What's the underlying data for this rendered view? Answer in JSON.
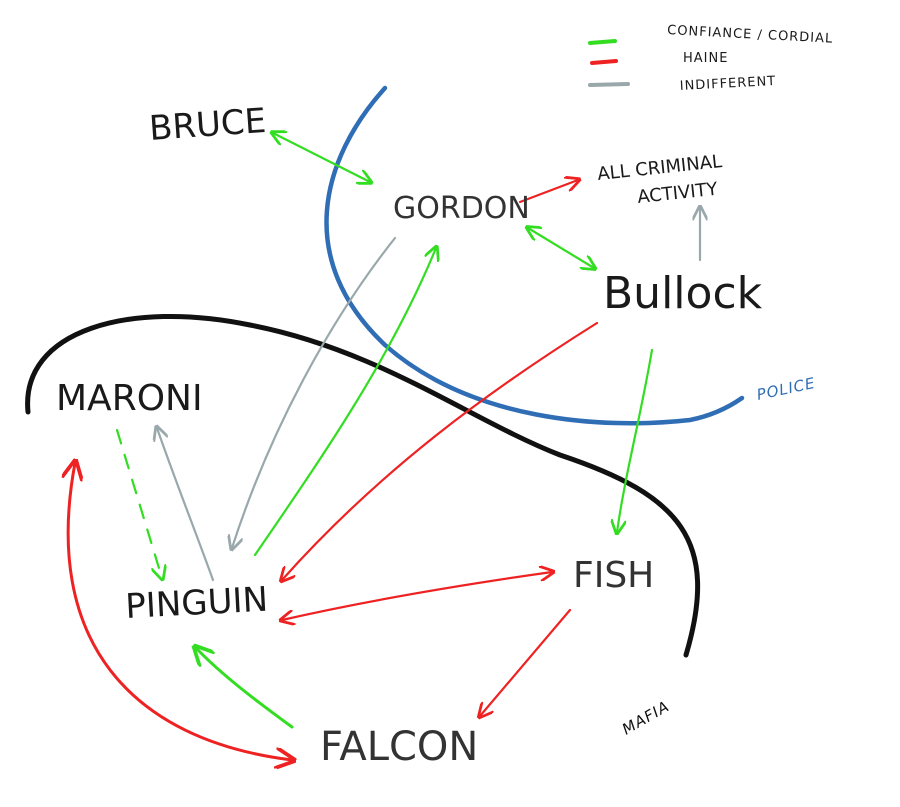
{
  "legend": {
    "items": [
      {
        "label": "CONFIANCE / CORDIAL",
        "color": "#33dd22"
      },
      {
        "label": "HAINE",
        "color": "#ee2222"
      },
      {
        "label": "INDIFFERENT",
        "color": "#99a8ab"
      }
    ]
  },
  "nodes": {
    "bruce": "BRUCE",
    "gordon": "GORDON",
    "criminal_line1": "ALL CRIMINAL",
    "criminal_line2": "ACTIVITY",
    "bullock": "Bullock",
    "maroni": "MARONI",
    "pinguin": "PINGUIN",
    "fish": "FISH",
    "falcon": "FALCON"
  },
  "boundaries": {
    "police": {
      "label": "POLICE",
      "color": "#2f6db5"
    },
    "mafia": {
      "label": "MAFIA",
      "color": "#111111"
    }
  },
  "relations": [
    {
      "from": "bruce",
      "to": "gordon",
      "kind": "trust",
      "both": true
    },
    {
      "from": "gordon",
      "to": "all-criminal-activity",
      "kind": "hate",
      "both": false
    },
    {
      "from": "gordon",
      "to": "bullock",
      "kind": "trust",
      "both": true
    },
    {
      "from": "bullock",
      "to": "all-criminal-activity",
      "kind": "indifferent",
      "both": false
    },
    {
      "from": "gordon",
      "to": "pinguin",
      "kind": "indifferent",
      "both": false
    },
    {
      "from": "pinguin",
      "to": "gordon",
      "kind": "trust",
      "both": false
    },
    {
      "from": "bullock",
      "to": "pinguin",
      "kind": "hate",
      "both": false
    },
    {
      "from": "bullock",
      "to": "fish",
      "kind": "trust",
      "both": false
    },
    {
      "from": "maroni",
      "to": "pinguin",
      "kind": "trust",
      "both": false,
      "dashed": true
    },
    {
      "from": "pinguin",
      "to": "maroni",
      "kind": "indifferent",
      "both": false
    },
    {
      "from": "pinguin",
      "to": "fish",
      "kind": "hate",
      "both": true
    },
    {
      "from": "fish",
      "to": "falcon",
      "kind": "hate",
      "both": false
    },
    {
      "from": "falcon",
      "to": "pinguin",
      "kind": "trust",
      "both": false
    },
    {
      "from": "falcon",
      "to": "maroni",
      "kind": "hate",
      "both": true
    }
  ]
}
